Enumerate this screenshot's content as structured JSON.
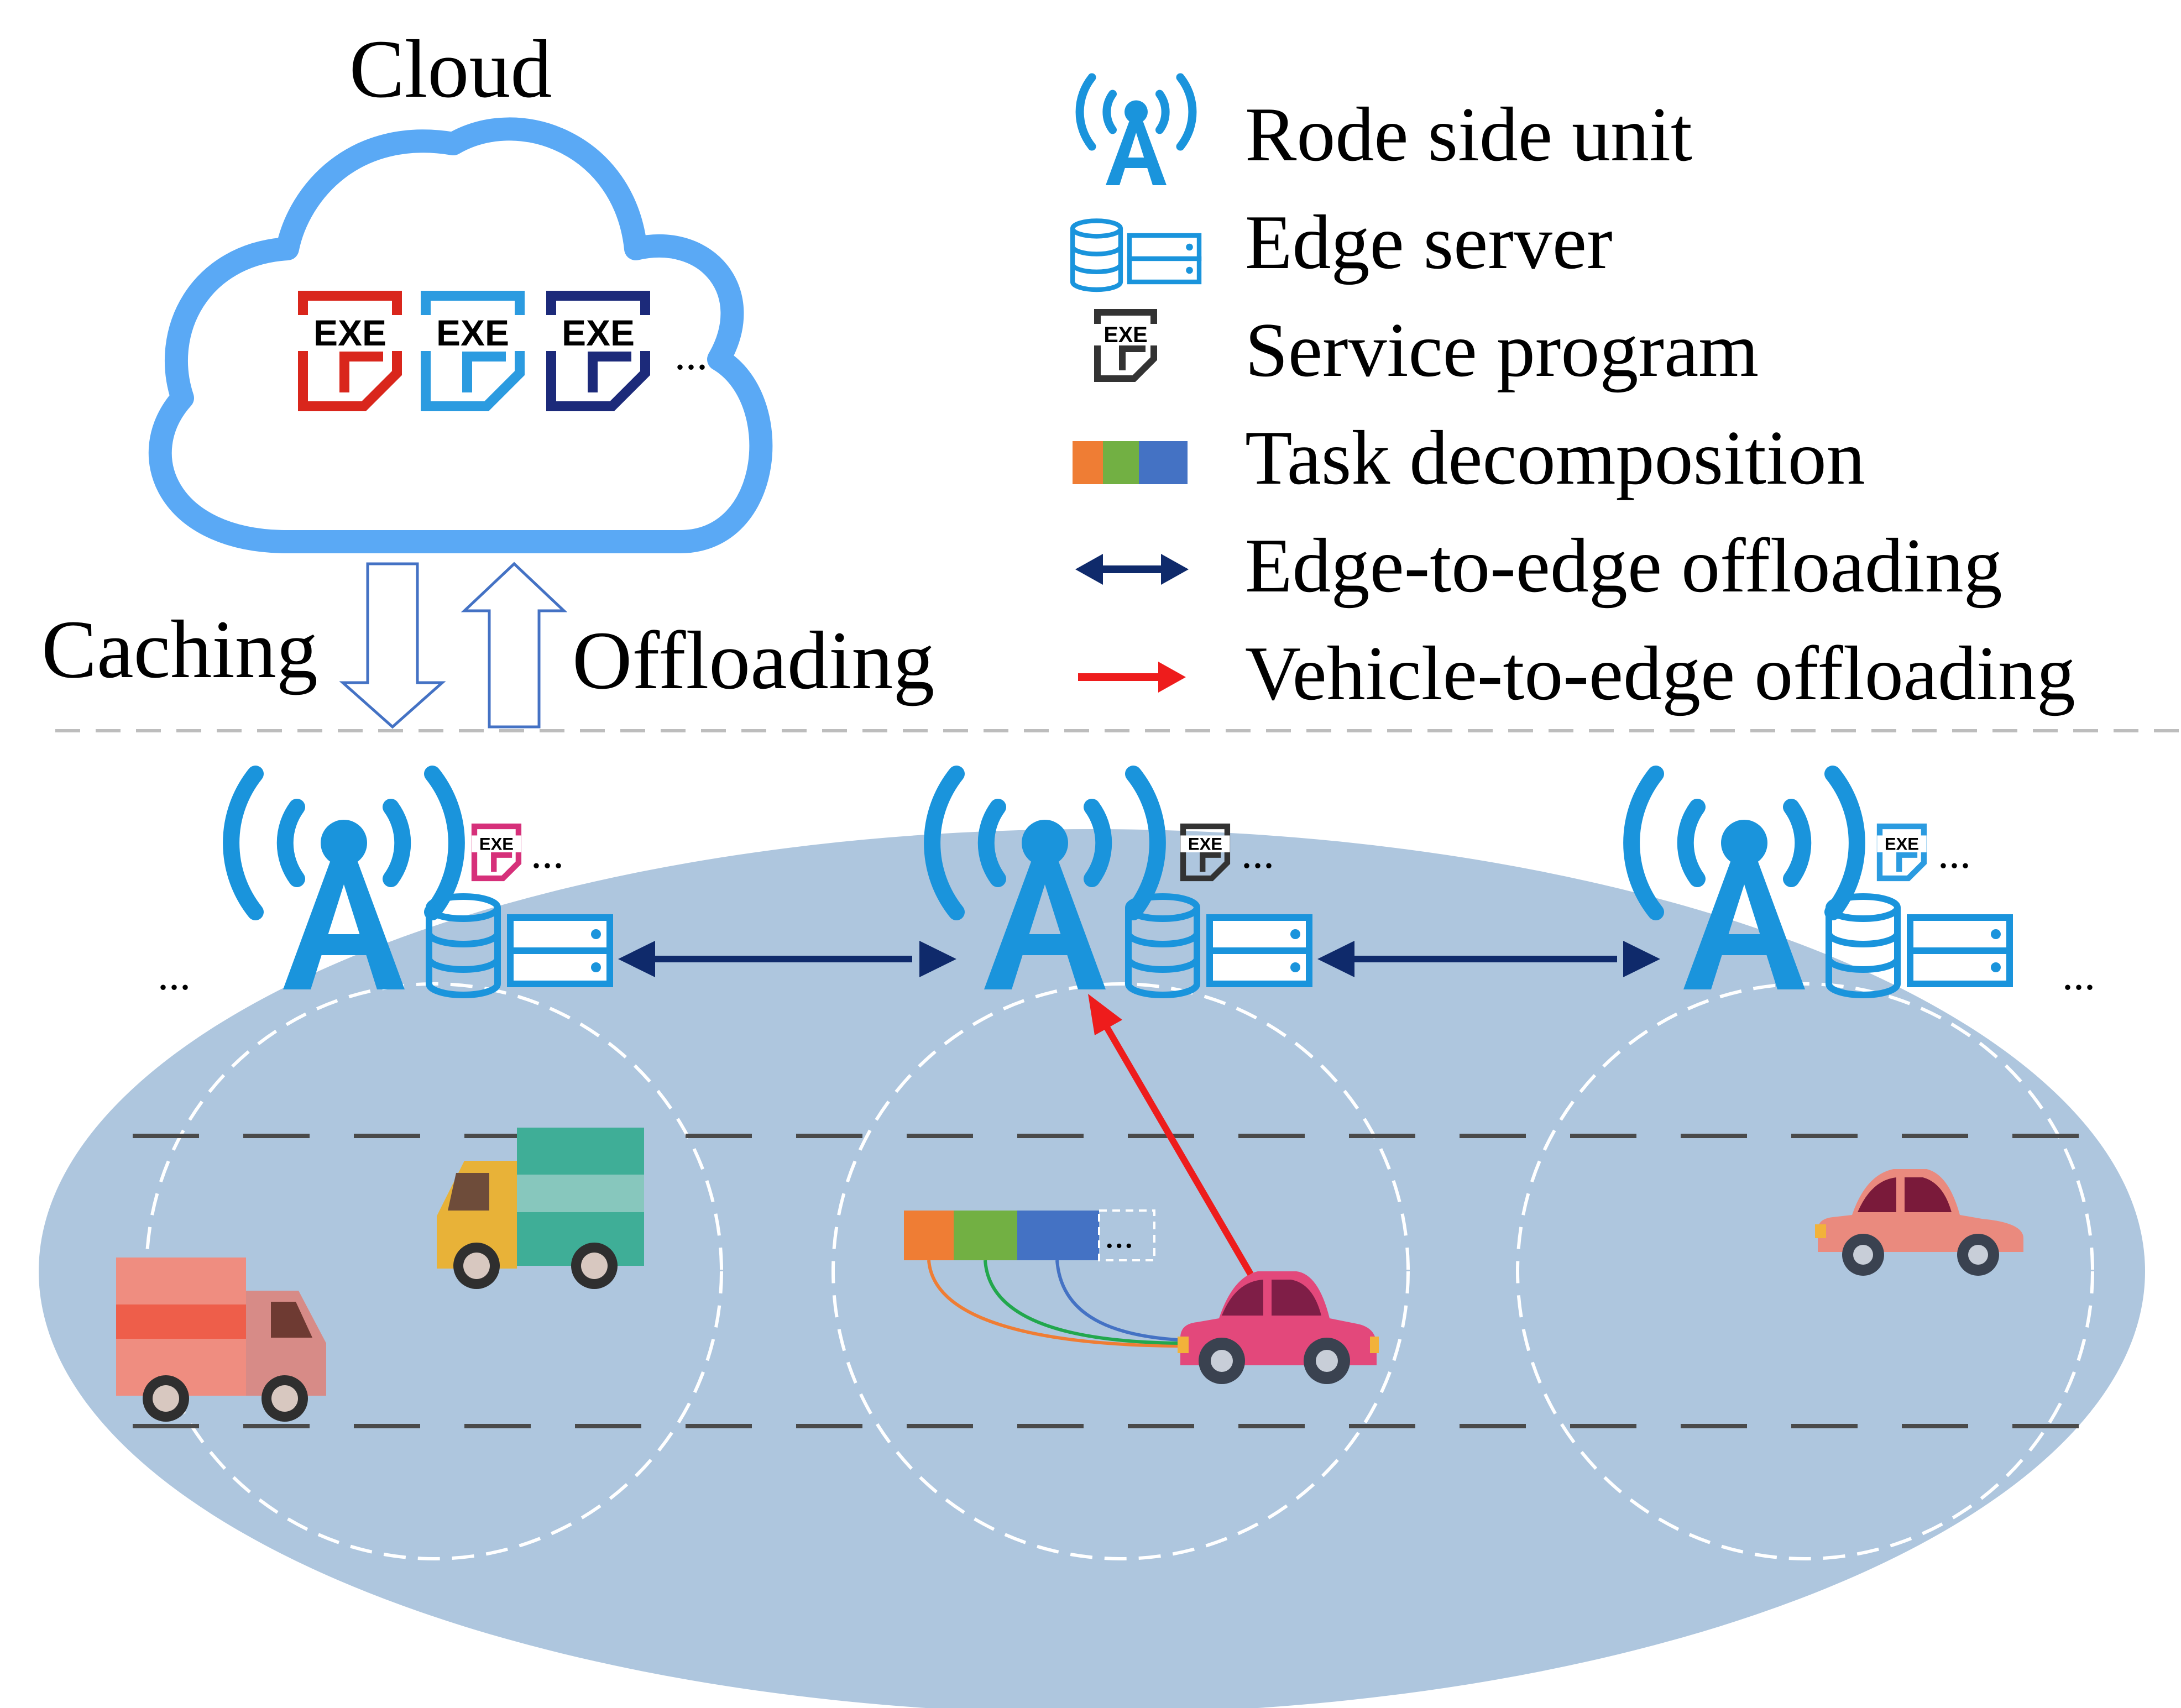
{
  "diagram": {
    "cloud": {
      "label": "Cloud",
      "ellipsis": "...",
      "programs": [
        {
          "icon": "exe-file-icon",
          "text": "EXE",
          "color": "#d9261c"
        },
        {
          "icon": "exe-file-icon",
          "text": "EXE",
          "color": "#2b9be0"
        },
        {
          "icon": "exe-file-icon",
          "text": "EXE",
          "color": "#1c2a7a"
        }
      ]
    },
    "cloud_links": {
      "caching_label": "Caching",
      "offloading_label": "Offloading"
    },
    "legend": [
      {
        "icon": "rsu-tower-icon",
        "label": "Rode side unit"
      },
      {
        "icon": "edge-server-icon",
        "label": "Edge server"
      },
      {
        "icon": "service-program-icon",
        "label": "Service program"
      },
      {
        "icon": "task-decomposition-icon",
        "label": "Task decomposition"
      },
      {
        "icon": "double-arrow-icon",
        "label": "Edge-to-edge offloading"
      },
      {
        "icon": "red-arrow-icon",
        "label": "Vehicle-to-edge offloading"
      }
    ],
    "edge_nodes": [
      {
        "program_text": "EXE",
        "program_color": "#d6307a",
        "ellipsis": "..."
      },
      {
        "program_text": "EXE",
        "program_color": "#333333",
        "ellipsis": "..."
      },
      {
        "program_text": "EXE",
        "program_color": "#2b9be0",
        "ellipsis": "..."
      }
    ],
    "row_ellipsis_left": "...",
    "row_ellipsis_right": "...",
    "task_ellipsis": "...",
    "colors": {
      "rsu_blue": "#1a94dc",
      "cloud_blue": "#5aa9f5",
      "coverage_fill": "#aec6de",
      "edge_arrow": "#0f2a6b",
      "v2e_arrow": "#ee1c1c",
      "task_orange": "#ef7d34",
      "task_green": "#72b043",
      "task_blue": "#4472c4"
    }
  }
}
